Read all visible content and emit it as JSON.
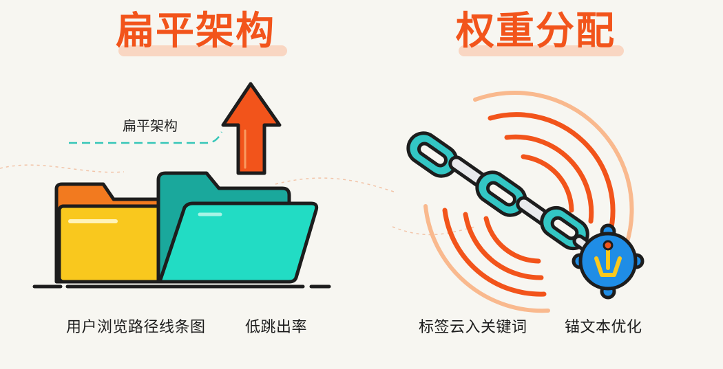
{
  "left_panel": {
    "title": "扁平架构",
    "arrow_label": "扁平架构",
    "caption_1": "用户浏览路径线条图",
    "caption_2": "低跳出率"
  },
  "right_panel": {
    "title": "权重分配",
    "caption_1": "标签云入关键词",
    "caption_2": "锚文本优化"
  },
  "icons": [
    "folder-icon",
    "open-folder-icon",
    "up-arrow-icon",
    "chain-link-icon",
    "anchor-badge-icon",
    "signal-waves-icon"
  ],
  "colors": {
    "accent_orange": "#f2541b",
    "folder_yellow": "#f9c81e",
    "folder_teal": "#17c8b5",
    "chain_teal": "#33c6c4",
    "badge_blue": "#1f8de6"
  }
}
